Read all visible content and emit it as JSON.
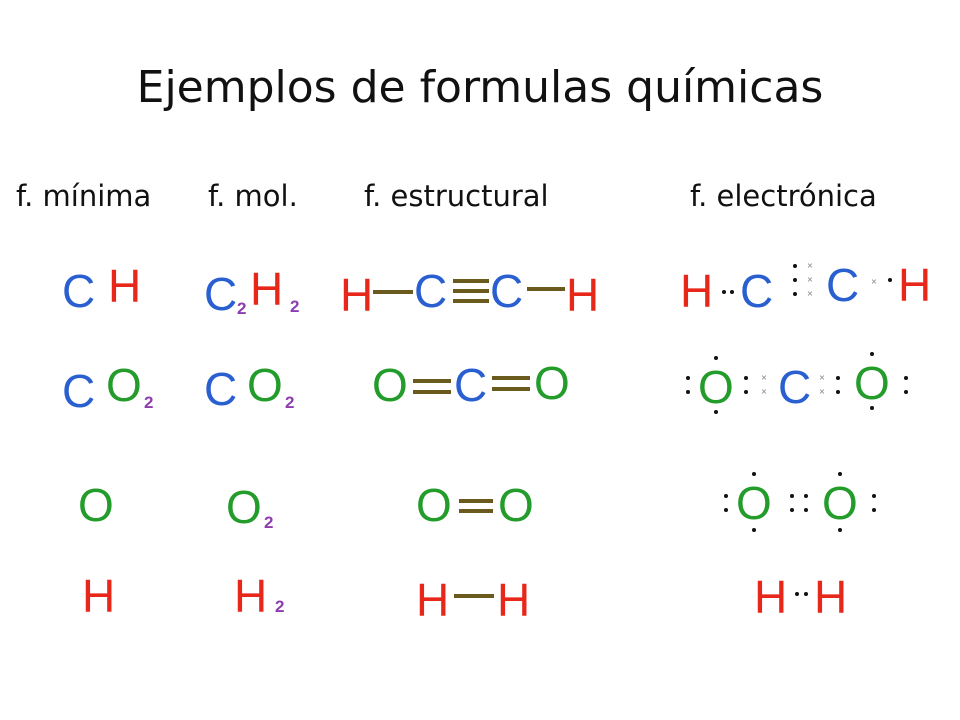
{
  "title": "Ejemplos de formulas químicas",
  "headers": {
    "minima": "f. mínima",
    "molecular": "f. mol.",
    "structural": "f. estructural",
    "electronic": "f. electrónica"
  },
  "symbols": {
    "C": "C",
    "H": "H",
    "O": "O"
  },
  "subscript": "2",
  "dot_mark": "×",
  "colors": {
    "carbon": "#2a5fd0",
    "hydrogen": "#e8271b",
    "oxygen": "#239c2b",
    "subscript": "#8d3db0",
    "bond": "#6b5a1e",
    "text": "#111111"
  }
}
